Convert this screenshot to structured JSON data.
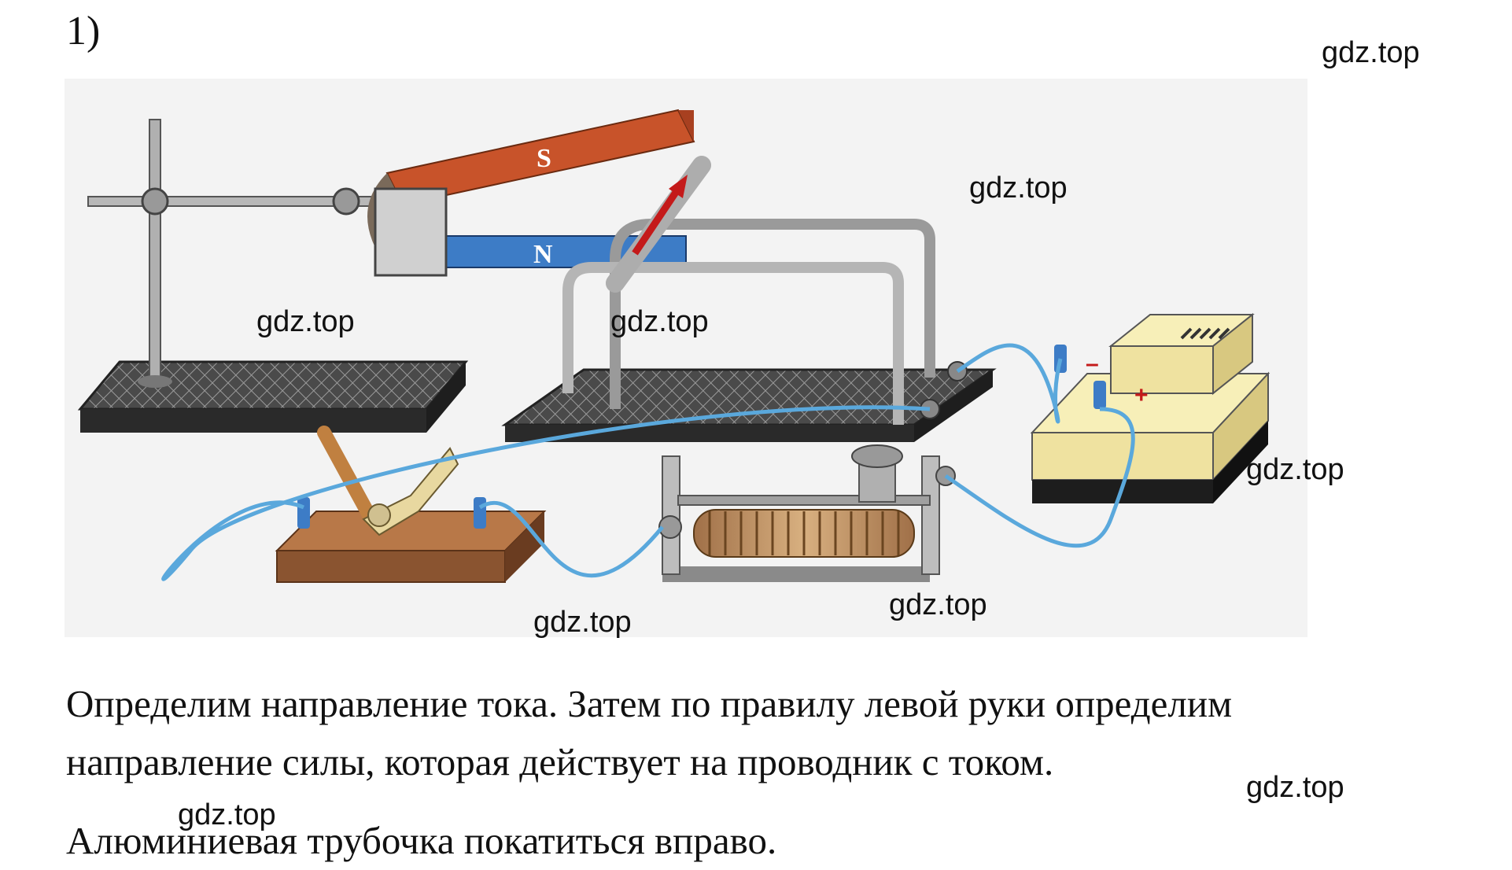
{
  "problem": {
    "number": "1)"
  },
  "figure": {
    "magnet_pole_top": "S",
    "magnet_pole_bottom": "N",
    "battery_minus": "–",
    "battery_plus": "+",
    "colors": {
      "magnet_s": "#c8532a",
      "magnet_n": "#3d7cc6",
      "wire": "#5aa8dc",
      "arrow": "#c41a1a",
      "stand": "#3a3a3a",
      "battery": "#f7efb8",
      "switch_base": "#a0643a"
    }
  },
  "watermarks": [
    "gdz.top",
    "gdz.top",
    "gdz.top",
    "gdz.top",
    "gdz.top",
    "gdz.top",
    "gdz.top",
    "gdz.top",
    "gdz.top"
  ],
  "text": {
    "paragraph1_line1": "Определим направление тока. Затем по правилу левой руки определим",
    "paragraph1_line2": "направление силы, которая действует на проводник с током.",
    "paragraph2": "Алюминиевая трубочка покатиться вправо."
  }
}
